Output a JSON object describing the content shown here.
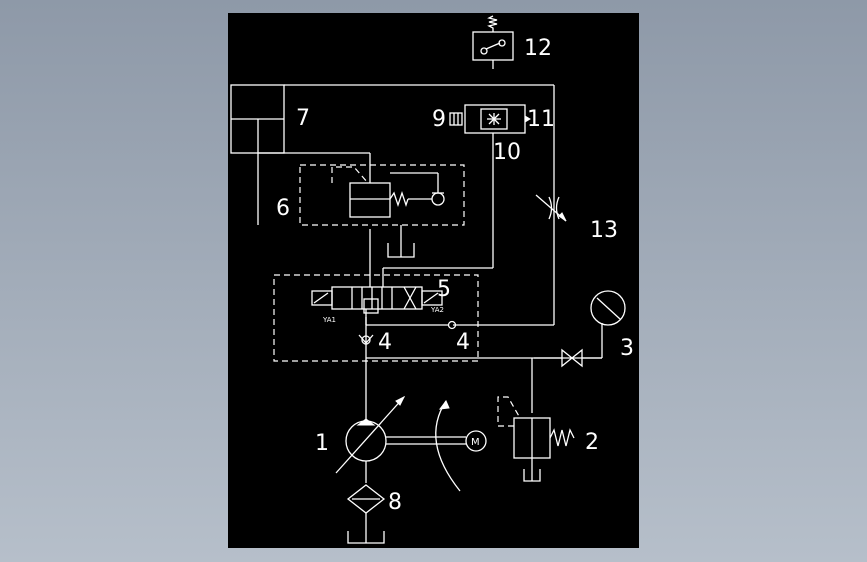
{
  "labels": {
    "pump": "1",
    "relief_valve": "2",
    "gauge_valve": "3",
    "check_valve_a": "4",
    "check_valve_b": "4",
    "directional_valve": "5",
    "pressure_valve": "6",
    "cylinder": "7",
    "filter": "8",
    "knob_left": "9",
    "flow_valve": "10",
    "knob_right": "11",
    "pressure_switch": "12",
    "throttle": "13",
    "solenoid_a": "YA1",
    "solenoid_b": "YA2",
    "motor": "M"
  },
  "colors": {
    "canvas": "#000000",
    "line": "#ffffff"
  }
}
